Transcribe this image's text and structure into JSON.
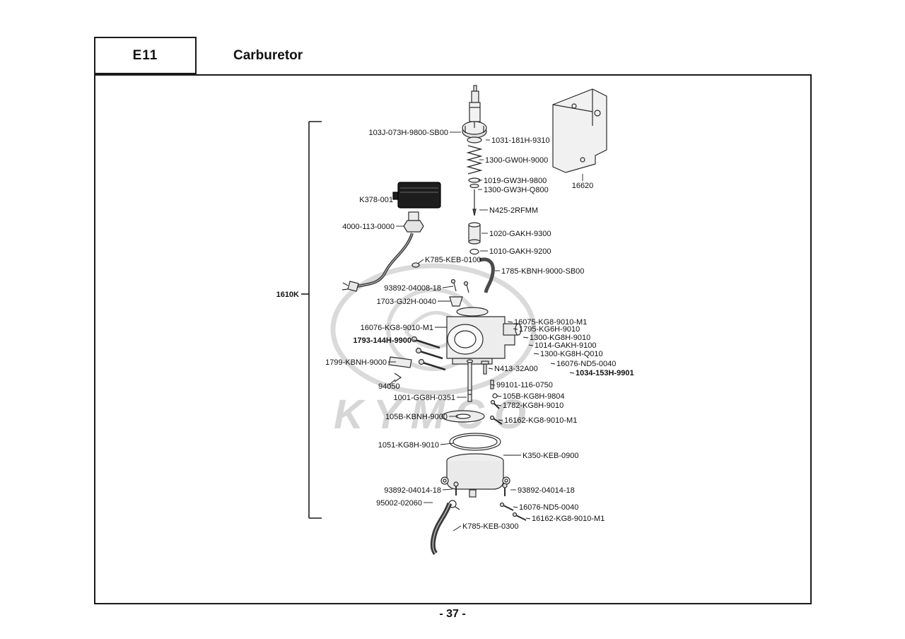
{
  "page": {
    "code": "E11",
    "title": "Carburetor",
    "page_number": "- 37 -",
    "watermark": "KYMCO",
    "assembly_group": "1610K"
  },
  "labels": [
    {
      "text": "103J-073H-9800-SB00"
    },
    {
      "text": "1031-181H-9310"
    },
    {
      "text": "1300-GW0H-9000"
    },
    {
      "text": "1019-GW3H-9800"
    },
    {
      "text": "1300-GW3H-Q800"
    },
    {
      "text": "N425-2RFMM"
    },
    {
      "text": "K378-001"
    },
    {
      "text": "4000-113-0000"
    },
    {
      "text": "1020-GAKH-9300"
    },
    {
      "text": "1010-GAKH-9200"
    },
    {
      "text": "K785-KEB-0100"
    },
    {
      "text": "1785-KBNH-9000-SB00"
    },
    {
      "text": "93892-04008-18"
    },
    {
      "text": "1703-GJ2H-0040"
    },
    {
      "text": "16075-KG8-9010-M1"
    },
    {
      "text": "1795-KG6H-9010"
    },
    {
      "text": "16076-KG8-9010-M1"
    },
    {
      "text": "1300-KG8H-9010"
    },
    {
      "text": "1793-144H-9900"
    },
    {
      "text": "1014-GAKH-9100"
    },
    {
      "text": "1300-KG8H-Q010"
    },
    {
      "text": "1799-KBNH-9000"
    },
    {
      "text": "16076-ND5-0040"
    },
    {
      "text": "N413-32A00"
    },
    {
      "text": "1034-153H-9901"
    },
    {
      "text": "94050"
    },
    {
      "text": "99101-116-0750"
    },
    {
      "text": "1001-GG8H-0351"
    },
    {
      "text": "105B-KG8H-9804"
    },
    {
      "text": "1782-KG8H-9010"
    },
    {
      "text": "105B-KBNH-9000"
    },
    {
      "text": "16162-KG8-9010-M1"
    },
    {
      "text": "1051-KG8H-9010"
    },
    {
      "text": "K350-KEB-0900"
    },
    {
      "text": "93892-04014-18"
    },
    {
      "text": "93892-04014-18"
    },
    {
      "text": "95002-02060"
    },
    {
      "text": "16076-ND5-0040"
    },
    {
      "text": "16162-KG8-9010-M1"
    },
    {
      "text": "K785-KEB-0300"
    },
    {
      "text": "16620"
    }
  ]
}
